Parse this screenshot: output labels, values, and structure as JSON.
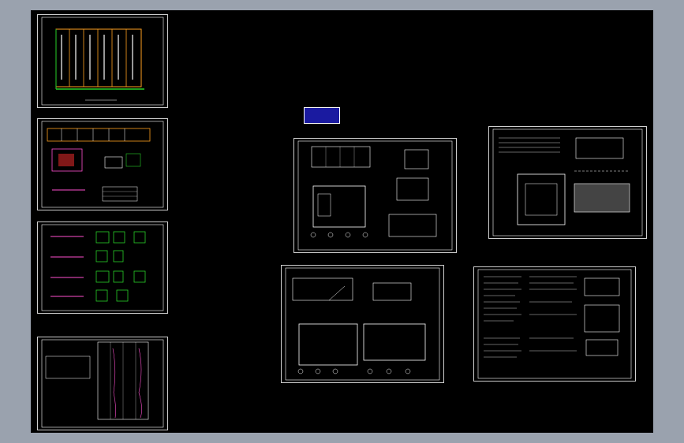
{
  "window": {
    "title": ""
  },
  "colors": {
    "canvas_bg": "#000000",
    "app_bg": "#9aa2ae",
    "line_white": "#ffffff",
    "line_orange": "#ffa020",
    "line_green": "#28d028",
    "line_magenta": "#ff50d0",
    "line_red": "#ff3030",
    "line_cyan": "#40e0e0",
    "stamp_blue": "#1a1aa0"
  },
  "sheets": [
    {
      "id": "sheet-1",
      "label": ""
    },
    {
      "id": "sheet-2",
      "label": ""
    },
    {
      "id": "sheet-3",
      "label": ""
    },
    {
      "id": "sheet-4",
      "label": ""
    },
    {
      "id": "sheet-5",
      "label": ""
    },
    {
      "id": "sheet-6",
      "label": ""
    },
    {
      "id": "sheet-7",
      "label": ""
    },
    {
      "id": "sheet-8",
      "label": ""
    }
  ],
  "watermark": {
    "line1": "",
    "line2": ""
  }
}
